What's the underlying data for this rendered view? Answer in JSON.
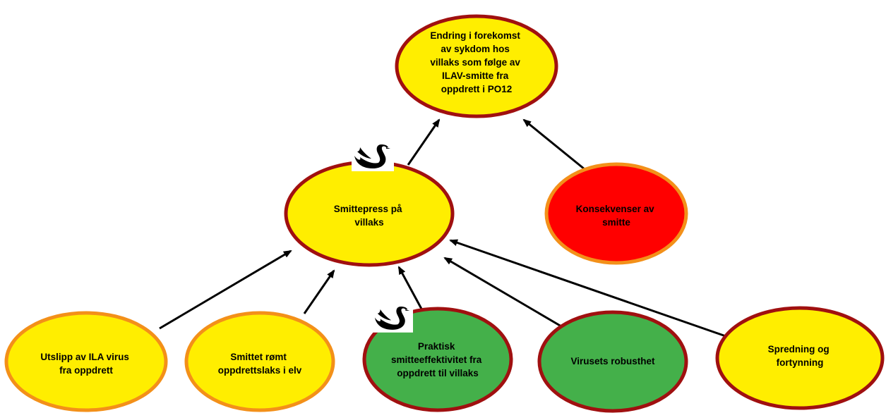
{
  "colors": {
    "yellow": "#ffee00",
    "red": "#ff0000",
    "green": "#44b04a",
    "dark_red_border": "#a01010",
    "orange_border": "#f39019",
    "arrow": "#000000"
  },
  "nodes": {
    "top": {
      "lines": [
        "Endring i forekomst",
        "av sykdom hos",
        "villaks som følge av",
        "ILAV-smitte fra",
        "oppdrett i PO12"
      ]
    },
    "smittepress": {
      "lines": [
        "Smittepress på",
        "villaks"
      ]
    },
    "konsekvenser": {
      "lines": [
        "Konsekvenser av",
        "smitte"
      ]
    },
    "utslipp": {
      "lines": [
        "Utslipp av ILA virus",
        "fra oppdrett"
      ]
    },
    "romt": {
      "lines": [
        "Smittet rømt",
        "oppdrettslaks i elv"
      ]
    },
    "praktisk": {
      "lines": [
        "Praktisk",
        "smitteeffektivitet fra",
        "oppdrett til villaks"
      ]
    },
    "robusthet": {
      "lines": [
        "Virusets robusthet"
      ]
    },
    "spredning": {
      "lines": [
        "Spredning og",
        "fortynning"
      ]
    }
  },
  "icons": [
    "black-swan-icon",
    "black-swan-icon"
  ]
}
